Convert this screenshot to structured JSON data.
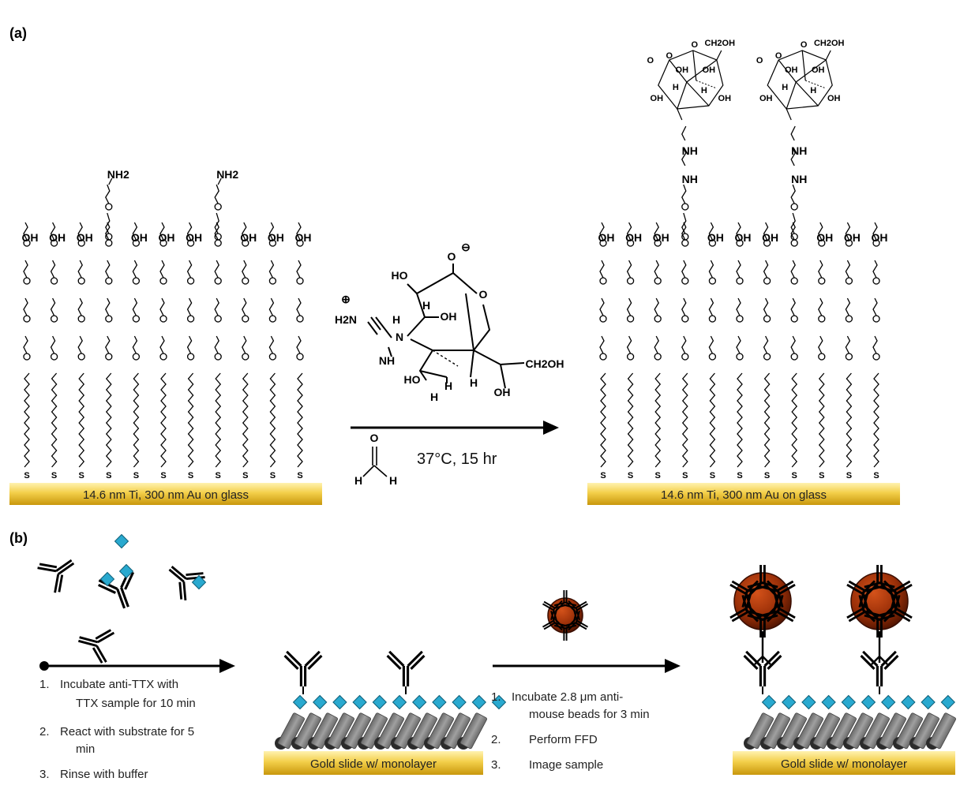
{
  "panels": {
    "a": "(a)",
    "b": "(b)"
  },
  "substrate": {
    "a_left": "14.6 nm Ti, 300 nm Au on glass",
    "a_right": "14.6 nm Ti, 300 nm Au on glass",
    "b_middle": "Gold slide w/ monolayer",
    "b_right": "Gold slide w/ monolayer"
  },
  "chem": {
    "oh": "OH",
    "nh2": "NH2",
    "s": "S",
    "nh": "NH",
    "h": "H",
    "o": "O",
    "ho": "HO",
    "ch2oh": "CH2OH",
    "h2n": "H2N"
  },
  "reaction": {
    "conditions": "37°C, 15 hr"
  },
  "steps_left": [
    {
      "num": "1.",
      "line1": "Incubate anti-TTX with",
      "line2": "TTX sample for 10 min"
    },
    {
      "num": "2.",
      "line1": "React with substrate for 5",
      "line2": "min"
    },
    {
      "num": "3.",
      "line1": "Rinse with buffer",
      "line2": ""
    }
  ],
  "steps_right": [
    {
      "num": "1.",
      "line1": "Incubate 2.8 μm anti-",
      "line2": "mouse beads for 3 min"
    },
    {
      "num": "2.",
      "line1": "Perform FFD",
      "line2": ""
    },
    {
      "num": "3.",
      "line1": "Image sample",
      "line2": ""
    }
  ],
  "colors": {
    "gold_light": "#fbe58a",
    "gold_dark": "#c8970c",
    "ttx": "#29a9cf",
    "bead_outer": "#5a1a00",
    "bead_inner": "#c2410c",
    "cylinder": "#808080",
    "ball": "#2b2b2b"
  }
}
